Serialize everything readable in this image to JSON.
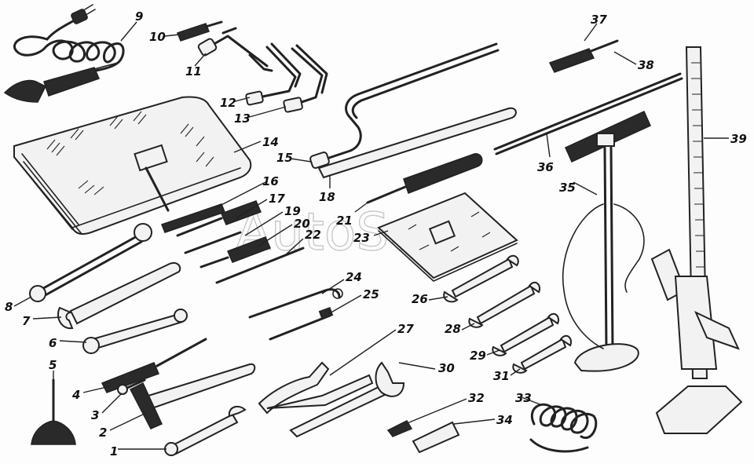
{
  "callouts": [
    "1",
    "2",
    "3",
    "4",
    "5",
    "6",
    "7",
    "8",
    "9",
    "10",
    "11",
    "12",
    "13",
    "14",
    "15",
    "16",
    "17",
    "18",
    "19",
    "20",
    "21",
    "22",
    "23",
    "24",
    "25",
    "26",
    "27",
    "28",
    "29",
    "30",
    "31",
    "32",
    "33",
    "34",
    "35",
    "36",
    "37",
    "38",
    "39"
  ],
  "watermark": "AutoSoft"
}
